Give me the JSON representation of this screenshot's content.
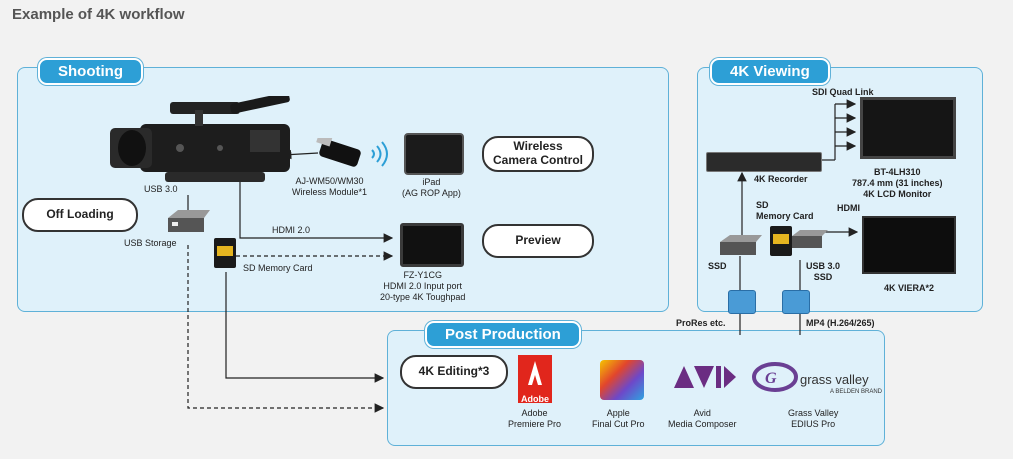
{
  "title": "Example of 4K workflow",
  "sections": {
    "shooting": "Shooting",
    "viewing": "4K Viewing",
    "post": "Post Production"
  },
  "pills": {
    "wireless": "Wireless\nCamera Control",
    "preview": "Preview",
    "offloading": "Off Loading",
    "editing": "4K Editing*3"
  },
  "labels": {
    "usb30": "USB  3.0",
    "usb_storage": "USB Storage",
    "sd_card": "SD Memory Card",
    "hdmi20": "HDMI 2.0",
    "wireless_module": "AJ-WM50/WM30\nWireless Module*1",
    "ipad": "iPad\n(AG ROP App)",
    "fz": "FZ-Y1CG\nHDMI 2.0 Input port\n20-type 4K Toughpad",
    "sdi": "SDI Quad Link",
    "recorder": "4K Recorder",
    "monitor": "BT-4LH310\n787.4 mm (31 inches)\n4K LCD Monitor",
    "hdmi": "HDMI",
    "sd_card2": "SD\nMemory Card",
    "ssd": "SSD",
    "usb_ssd": "USB 3.0\nSSD",
    "viera": "4K VIERA*2",
    "prores": "ProRes etc.",
    "mp4": "MP4 (H.264/265)"
  },
  "software": [
    {
      "name": "Adobe\nPremiere Pro",
      "logo": "Adobe"
    },
    {
      "name": "Apple\nFinal Cut Pro"
    },
    {
      "name": "Avid\nMedia Composer"
    },
    {
      "name": "Grass Valley\nEDIUS Pro",
      "logo": "grass valley",
      "logo_sub": "A BELDEN BRAND"
    }
  ],
  "colors": {
    "section_bg": "#dff1fa",
    "section_border": "#5fb1d8",
    "label_bg": "#2d9fd6",
    "adobe_red": "#e1261c",
    "avid_purple": "#6b2d82",
    "gv_purple": "#6a3f93"
  }
}
